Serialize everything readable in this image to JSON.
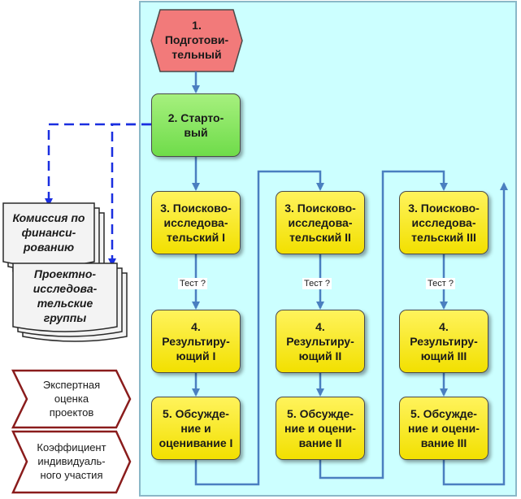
{
  "diagram": {
    "stage1": "1.\nПодготови-\nтельный",
    "stage2": "2. Старто-\nвый",
    "search": [
      "3. Поисково-\nисследова-\nтельский I",
      "3. Поисково-\nисследова-\nтельский II",
      "3. Поисково-\nисследова-\nтельский III"
    ],
    "result": [
      "4.\nРезультиру-\nющий I",
      "4.\nРезультиру-\nющий II",
      "4.\nРезультиру-\nющий III"
    ],
    "discuss": [
      "5. Обсужде-\nние и\nоценивание I",
      "5. Обсужде-\nние и оцени-\nвание II",
      "5. Обсужде-\nние и оцени-\nвание III"
    ],
    "test_label": "Тест ?",
    "commission": "Комиссия по\nфинанси-\nрованию",
    "groups": "Проектно-\nисследова-\nтельские\nгруппы",
    "expert": "Экспертная\nоценка\nпроектов",
    "coefficient": "Коэффициент\nиндивидуаль-\nного участия"
  },
  "colors": {
    "panel": "#ccffff",
    "panel_border": "#8ab8c8",
    "hexagon": "#f27a7a",
    "yellow": "#f7e817",
    "green": "#8ee866",
    "arrow": "#4a7fc0",
    "dashed": "#1a2fe0",
    "doc_fill": "#f3f3f3",
    "chevron_border": "#8a1c1c"
  }
}
